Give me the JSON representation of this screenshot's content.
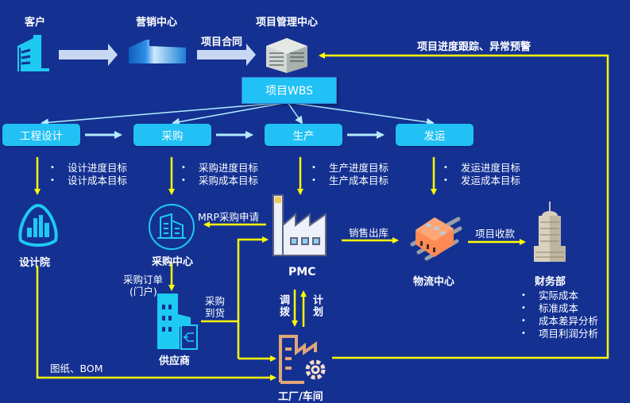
{
  "colors": {
    "background": "#143192",
    "stage_box": "#21c1f5",
    "flow_arrow": "#ffff00",
    "wbs_arrow": "#b3ecff",
    "top_arrow": "#c9d8f2"
  },
  "top_row": {
    "customer": {
      "label": "客户",
      "icon": "office-building-icon"
    },
    "marketing": {
      "label": "营销中心",
      "icon": "marketing-building-icon"
    },
    "contract_label": "项目合同",
    "pmo": {
      "label": "项目管理中心",
      "icon": "pmo-building-icon"
    },
    "feedback_label": "项目进度跟踪、异常预警"
  },
  "wbs": {
    "label": "项目WBS"
  },
  "stages": [
    {
      "label": "工程设计",
      "targets": [
        "设计进度目标",
        "设计成本目标"
      ]
    },
    {
      "label": "采购",
      "targets": [
        "采购进度目标",
        "采购成本目标"
      ]
    },
    {
      "label": "生产",
      "targets": [
        "生产进度目标",
        "生产成本目标"
      ]
    },
    {
      "label": "发运",
      "targets": [
        "发运进度目标",
        "发运成本目标"
      ]
    }
  ],
  "nodes": {
    "design_institute": {
      "label": "设计院",
      "icon": "design-institute-logo-icon"
    },
    "purchasing_center": {
      "label": "采购中心",
      "icon": "purchasing-building-icon"
    },
    "pmc": {
      "label": "PMC",
      "icon": "factory-icon"
    },
    "logistics": {
      "label": "物流中心",
      "icon": "warehouse-icon"
    },
    "finance": {
      "label": "财务部",
      "icon": "skyscraper-icon",
      "items": [
        "实际成本",
        "标准成本",
        "成本差异分析",
        "项目利润分析"
      ]
    },
    "supplier": {
      "label": "供应商",
      "icon": "supplier-building-icon"
    },
    "factory": {
      "label": "工厂/车间",
      "icon": "factory-gear-icon"
    }
  },
  "flow_labels": {
    "mrp_request": "MRP采购申请",
    "sales_outbound": "销售出库",
    "project_receipt": "项目收款",
    "purchase_order": "采购订单",
    "purchase_order_portal": "(门户)",
    "purchase_arrival_1": "采购",
    "purchase_arrival_2": "到货",
    "transfer": "调拨",
    "plan": "计划",
    "drawings_bom": "图纸、BOM"
  }
}
